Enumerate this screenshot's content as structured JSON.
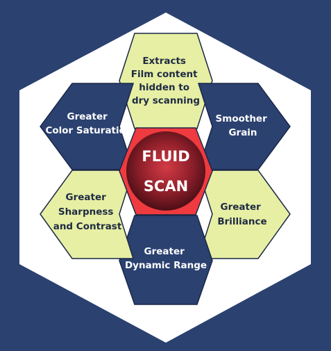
{
  "colors": {
    "background": "#2b4170",
    "outer_hex": "#ffffff",
    "navy_cell": "#2b4170",
    "lime_cell": "#e6efa3",
    "cell_stroke": "#1a2747",
    "center_ring": "#ef3a3f",
    "center_core": "#7a1a22"
  },
  "center": {
    "line1": "FLUID",
    "line2": "SCAN"
  },
  "cells": {
    "top": {
      "style": "lime",
      "lines": [
        "Extracts",
        "Film content",
        "hidden to",
        "dry scanning"
      ]
    },
    "upper_right": {
      "style": "navy",
      "lines": [
        "Smoother",
        "Grain"
      ]
    },
    "lower_right": {
      "style": "lime",
      "lines": [
        "Greater",
        "Brilliance"
      ]
    },
    "bottom": {
      "style": "navy",
      "lines": [
        "Greater",
        "Dynamic Range"
      ]
    },
    "lower_left": {
      "style": "lime",
      "lines": [
        "Greater",
        "Sharpness",
        "and Contrast"
      ]
    },
    "upper_left": {
      "style": "navy",
      "lines": [
        "Greater",
        "Color Saturation"
      ]
    }
  }
}
